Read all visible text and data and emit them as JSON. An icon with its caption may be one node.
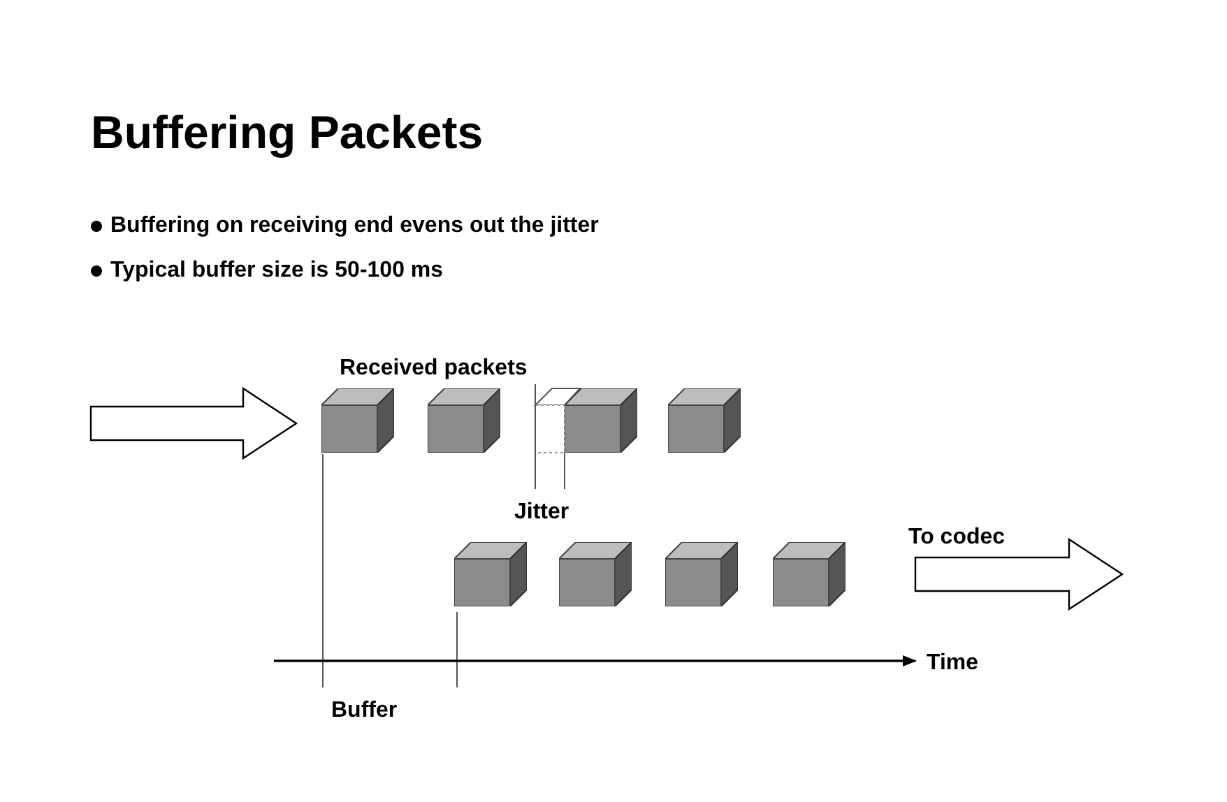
{
  "diagram": {
    "title": "Buffering Packets",
    "nodes": [
      {
        "text": [],
        "shape": "cube"
      },
      {
        "text": [],
        "shape": "cube"
      },
      {
        "text": [],
        "shape": "cube"
      },
      {
        "text": [],
        "shape": "cube"
      },
      {
        "text": [],
        "shape": "cube"
      },
      {
        "text": [],
        "shape": "cube"
      },
      {
        "text": [],
        "shape": "cube"
      },
      {
        "text": [],
        "shape": "cube"
      }
    ],
    "labels": [
      "Buffering on receiving end evens out the jitter",
      "Typical buffer size is 50-100 ms",
      "Received packets",
      "Jitter",
      "To codec",
      "Time",
      "Buffer"
    ]
  }
}
